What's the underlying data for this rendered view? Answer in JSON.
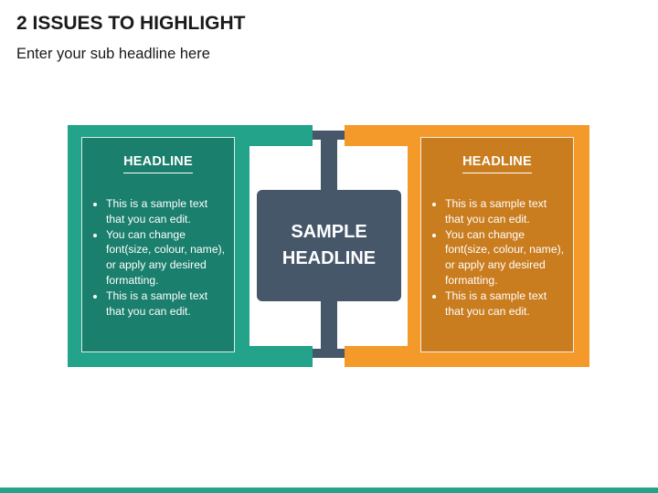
{
  "header": {
    "title": "2 ISSUES TO HIGHLIGHT",
    "subtitle": "Enter your sub headline here"
  },
  "center": {
    "label": "SAMPLE\nHEADLINE"
  },
  "left_card": {
    "headline": "HEADLINE",
    "bullets": [
      "This is a sample text that you can edit.",
      "You can change font(size, colour, name), or apply any desired formatting.",
      "This is a sample text that you can edit."
    ]
  },
  "right_card": {
    "headline": "HEADLINE",
    "bullets": [
      "This is a sample text that you can edit.",
      "You can change font(size, colour, name), or apply any desired formatting.",
      "This is a sample text that you can edit."
    ]
  },
  "colors": {
    "teal": "#22a38a",
    "teal_dark": "#1a7f6c",
    "orange": "#f39a2b",
    "orange_dark": "#c97d1f",
    "slate": "#46576a"
  }
}
